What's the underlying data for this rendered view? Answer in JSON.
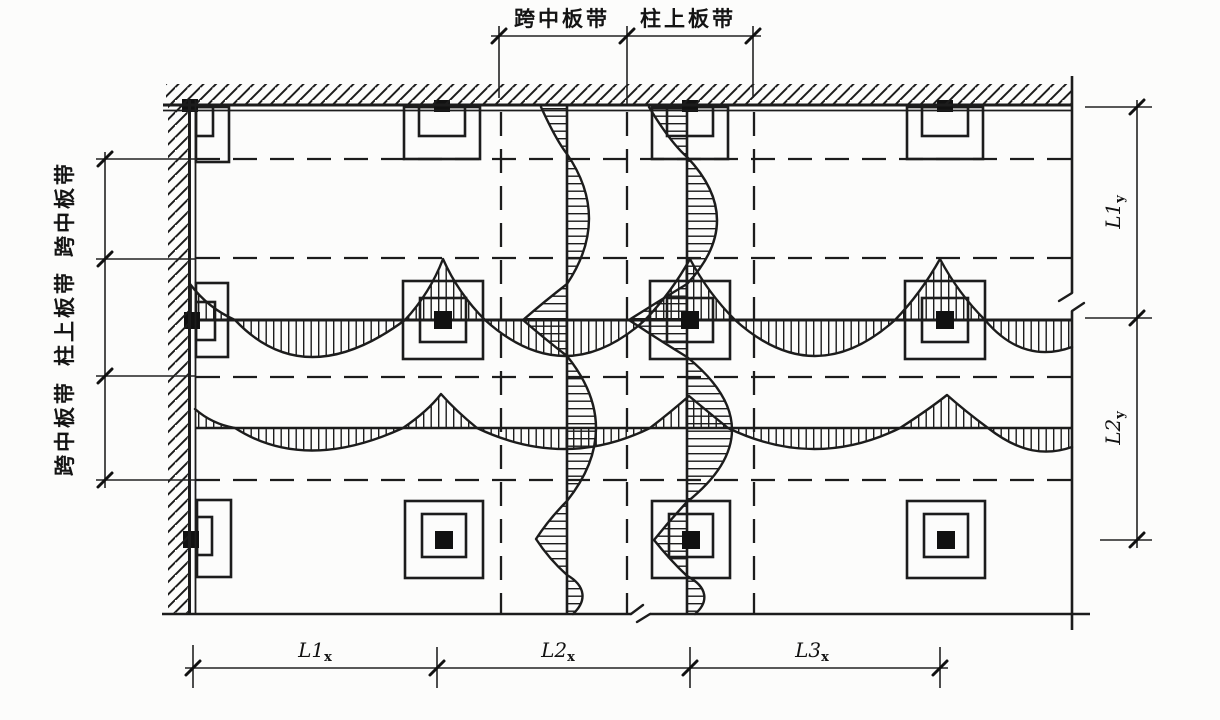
{
  "figure_type": "flat-slab two-way floor system plan with column/middle strip bending-moment diagrams",
  "colors": {
    "ink": "#1c1c1c",
    "paper": "#fcfcfb"
  },
  "strips": {
    "top": [
      "跨中板带",
      "柱上板带"
    ],
    "left": [
      "跨中板带",
      "柱上板带",
      "跨中板带"
    ]
  },
  "spans": {
    "bottom": [
      {
        "main": "L1",
        "sub": "x"
      },
      {
        "main": "L2",
        "sub": "x"
      },
      {
        "main": "L3",
        "sub": "x"
      }
    ],
    "right": [
      {
        "main": "L1",
        "sub": "y"
      },
      {
        "main": "L2",
        "sub": "y"
      }
    ]
  }
}
